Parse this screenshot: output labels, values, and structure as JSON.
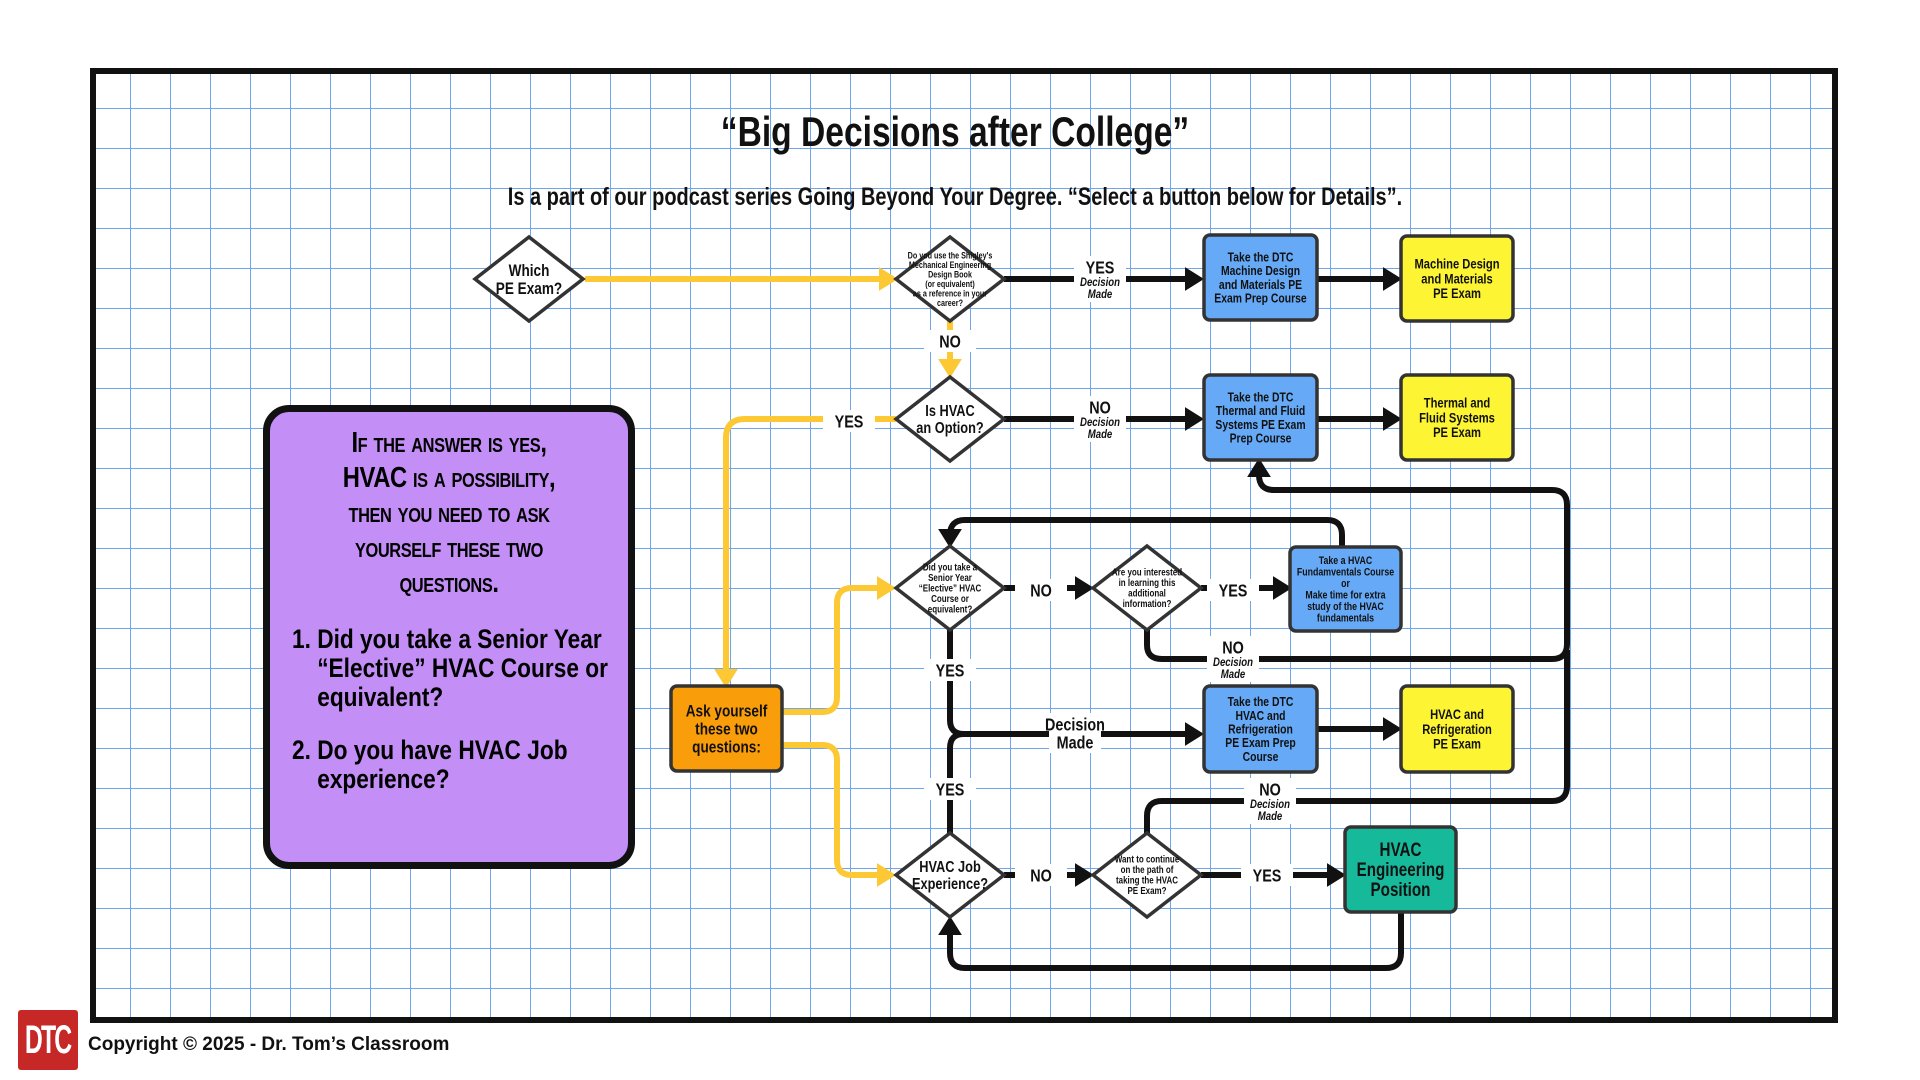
{
  "title": "“Big Decisions after College”",
  "subtitle": "Is a part of our podcast series Going Beyond Your Degree. “Select a button below for Details”.",
  "colors": {
    "grid": "#6ea6ec",
    "blue_box": "#66aaf7",
    "yellow_box": "#fdf533",
    "orange_box": "#f99d0a",
    "teal_box": "#17b99b",
    "purple_box": "#c38ff6",
    "yellow_line": "#fcc934",
    "logo_red": "#c62828"
  },
  "nodes": {
    "which": {
      "lines": [
        "Which",
        "PE Exam?"
      ]
    },
    "shigley": {
      "lines": [
        "Do you use the Shigley's",
        "Mechanical Engineering",
        "Design Book",
        "(or equivalent)",
        "as a reference in your",
        "career?"
      ]
    },
    "hvac_option": {
      "lines": [
        "Is HVAC",
        "an Option?"
      ]
    },
    "senior": {
      "lines": [
        "Did you take a",
        "Senior Year",
        "“Elective” HVAC",
        "Course or",
        "equivalent?"
      ]
    },
    "interested": {
      "lines": [
        "Are you interested",
        "in learning this",
        "additional",
        "information?"
      ]
    },
    "job": {
      "lines": [
        "HVAC Job",
        "Experience?"
      ]
    },
    "continue": {
      "lines": [
        "Want to continue",
        "on the path of",
        "taking the HVAC",
        "PE Exam?"
      ]
    },
    "md_course": {
      "lines": [
        "Take the DTC",
        "Machine Design",
        "and Materials PE",
        "Exam Prep Course"
      ]
    },
    "md_exam": {
      "lines": [
        "Machine Design",
        "and Materials",
        "PE Exam"
      ]
    },
    "tf_course": {
      "lines": [
        "Take the DTC",
        "Thermal and Fluid",
        "Systems PE Exam",
        "Prep Course"
      ]
    },
    "tf_exam": {
      "lines": [
        "Thermal and",
        "Fluid Systems",
        "PE Exam"
      ]
    },
    "fund_course": {
      "lines": [
        "Take a HVAC",
        "Fundamventals Course",
        "or",
        "Make time for extra",
        "study of the HVAC",
        "fundamentals"
      ]
    },
    "hr_course": {
      "lines": [
        "Take the DTC",
        "HVAC and",
        "Refrigeration",
        "PE Exam Prep",
        "Course"
      ]
    },
    "hr_exam": {
      "lines": [
        "HVAC and",
        "Refrigeration",
        "PE Exam"
      ]
    },
    "ask": {
      "lines": [
        "Ask yourself",
        "these two",
        "questions:"
      ]
    },
    "position": {
      "lines": [
        "HVAC",
        "Engineering",
        "Position"
      ]
    }
  },
  "labels": [
    {
      "lines": [
        "YES",
        "Decision",
        "Made"
      ]
    },
    {
      "lines": [
        "NO"
      ]
    },
    {
      "lines": [
        "NO",
        "Decision",
        "Made"
      ]
    },
    {
      "lines": [
        "YES"
      ]
    },
    {
      "lines": [
        "NO"
      ]
    },
    {
      "lines": [
        "YES"
      ]
    },
    {
      "lines": [
        "NO",
        "Decision",
        "Made"
      ]
    },
    {
      "lines": [
        "YES"
      ]
    },
    {
      "lines": [
        "Decision",
        "Made"
      ]
    },
    {
      "lines": [
        "YES"
      ]
    },
    {
      "lines": [
        "NO",
        "Decision",
        "Made"
      ]
    },
    {
      "lines": [
        "NO"
      ]
    },
    {
      "lines": [
        "YES"
      ]
    }
  ],
  "info_box": {
    "heading": "If the answer is yes, HVAC is a possibility, then you need to ask yourself these two questions.",
    "questions": [
      {
        "num": "1.",
        "text": "Did you take a Senior Year “Elective” HVAC Course or equivalent?"
      },
      {
        "num": "2.",
        "text": "Do you have HVAC Job experience?"
      }
    ]
  },
  "footer": {
    "logo_text": "DTC",
    "copyright": "Copyright © 2025 - Dr. Tom’s Classroom"
  }
}
